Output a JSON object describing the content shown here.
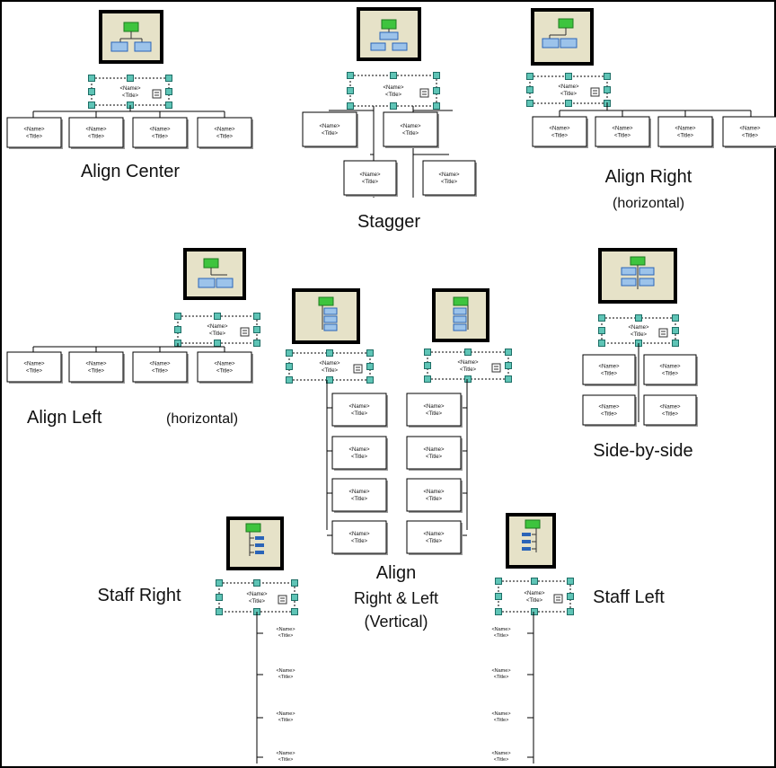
{
  "node": {
    "name": "<Name>",
    "title": "<Title>"
  },
  "labels": {
    "align_center": "Align Center",
    "stagger": "Stagger",
    "align_right": "Align Right",
    "align_right_sub": "(horizontal)",
    "align_left": "Align Left",
    "align_left_sub": "(horizontal)",
    "side_by_side": "Side-by-side",
    "align_vertical_1": "Align",
    "align_vertical_2": "Right & Left",
    "align_vertical_3": "(Vertical)",
    "staff_right": "Staff Right",
    "staff_left": "Staff Left"
  },
  "colors": {
    "icon_frame": "#000000",
    "icon_bg": "#e6e2c8",
    "icon_top_box": "#3ec43e",
    "icon_sub_box": "#9cc3ea",
    "icon_sub_border": "#2a64b8",
    "handle_fill": "#5fc4b6",
    "handle_stroke": "#1e6e66"
  }
}
